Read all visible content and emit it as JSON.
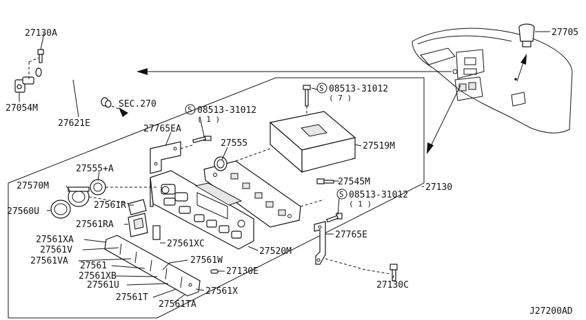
{
  "diagram": {
    "ref_code": "J27200AD",
    "sec_ref": "SEC.270",
    "callouts": {
      "p27130A": "27130A",
      "p27054M": "27054M",
      "p27621E": "27621E",
      "p27705": "27705",
      "p27765EA": "27765EA",
      "bolt_a": "08513-31012",
      "bolt_a_qty": "( 1 )",
      "bolt_b": "08513-31012",
      "bolt_b_qty": "( 7 )",
      "bolt_c": "08513-31012",
      "bolt_c_qty": "( 1 )",
      "p27555": "27555",
      "p27519M": "27519M",
      "p27555A": "27555+A",
      "p27570M": "27570M",
      "p27545M": "27545M",
      "p27130": "27130",
      "p27561R": "27561R",
      "p27560U": "27560U",
      "p27561RA": "27561RA",
      "p27765E": "27765E",
      "p27561XA": "27561XA",
      "p27561XC": "27561XC",
      "p27561V": "27561V",
      "p27520M": "27520M",
      "p27561VA": "27561VA",
      "p27561W": "27561W",
      "p27561": "27561",
      "p27130E": "27130E",
      "p27561XB": "27561XB",
      "p27130C": "27130C",
      "p27561U": "27561U",
      "p27561X": "27561X",
      "p27561T": "27561T",
      "p27561TA": "27561TA"
    }
  }
}
